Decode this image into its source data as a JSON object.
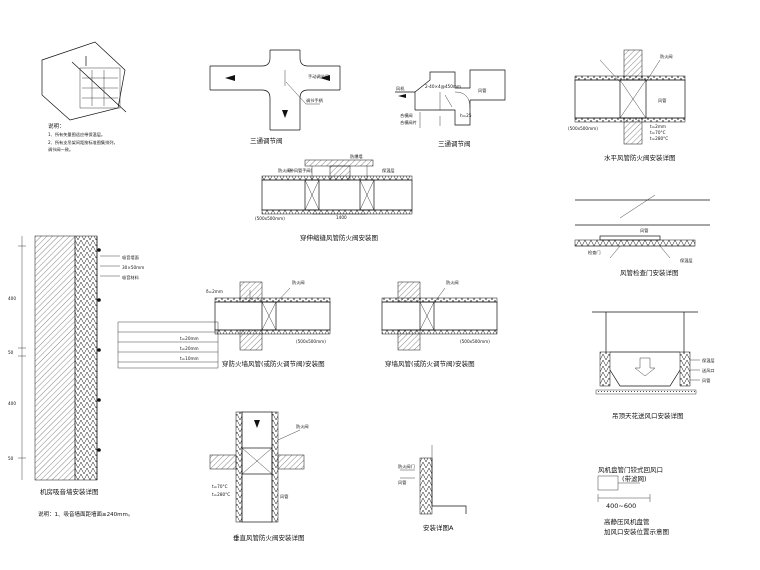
{
  "captions": {
    "c1": "三通调节阀",
    "c2": "三通调节阀",
    "c3": "水平风管防火阀安装详图",
    "c4": "穿伸缩缝风管防火阀安装图",
    "c5": "风管检查门安装详图",
    "c6": "穿防火墙风管(或防火调节阀)安装图",
    "c7": "穿墙风管(或防火调节阀)安装图",
    "c8": "吊顶天花送风口安装详图",
    "c9": "机房吸音墙安装详图",
    "c10": "垂直风管防火阀安装详图",
    "c11": "安装详图A",
    "c12": "高静压风机盘管\n加风口安装位置示意图"
  },
  "notes": {
    "title": "说明：",
    "n1": "1、所有矢量图适应带保温层。",
    "n2": "2、所有支吊架间距按标准图集排列，",
    "n3": "   调节阀一致。",
    "bottom": "说明：1、吸音墙面距墙面≥240mm。"
  },
  "fc_box": {
    "line1": "风机盘管门铰式回风口",
    "line2": "(带滤网)",
    "dim": "400~600"
  },
  "labels": {
    "d1_a": "手动调节阀",
    "d1_b": "调节手柄",
    "d2_a": "风机",
    "d2_b": "风管",
    "d2_c": "2-40×4@450mm",
    "d2_d": "合模阀",
    "d2_e": "合模阀片",
    "d2_f": "h=25",
    "d3_a": "防火阀",
    "d3_b": "风管",
    "d3_c": "(500x500mm)",
    "d3_d": "t=2mm",
    "d3_e": "t=70°C",
    "d3_f": "t=280°C",
    "d4_a": "防爆墙",
    "d4_b": "防火阀",
    "d4_c": "(带风管手阀)",
    "d4_d": "保温层",
    "d4_e": "(500x500mm)",
    "d4_f": "1400",
    "d5_a": "检查门",
    "d5_b": "保温层",
    "d5_c": "风管",
    "d6_a": "防火阀",
    "d6_b": "δ=2mm",
    "d6_c": "(500x500mm)",
    "d7_a": "防火阀",
    "d7_b": "(500x500mm)",
    "d8_a": "保温层",
    "d8_b": "送风口",
    "d8_c": "风管",
    "d9_a": "吸音墙面",
    "d9_b": "吸音材料",
    "d9_c": "30×50mm",
    "d9_d": "t=20mm",
    "d9_e": "t=20mm",
    "d9_f": "t=10mm",
    "d9_g": "400",
    "d9_h": "50",
    "d9_i": "400",
    "d9_j": "50",
    "d10_a": "防火阀",
    "d10_b": "风管",
    "d10_c": "t=70°C",
    "d10_d": "t=280°C",
    "d11_a": "防火阀门",
    "d11_b": "风管"
  }
}
